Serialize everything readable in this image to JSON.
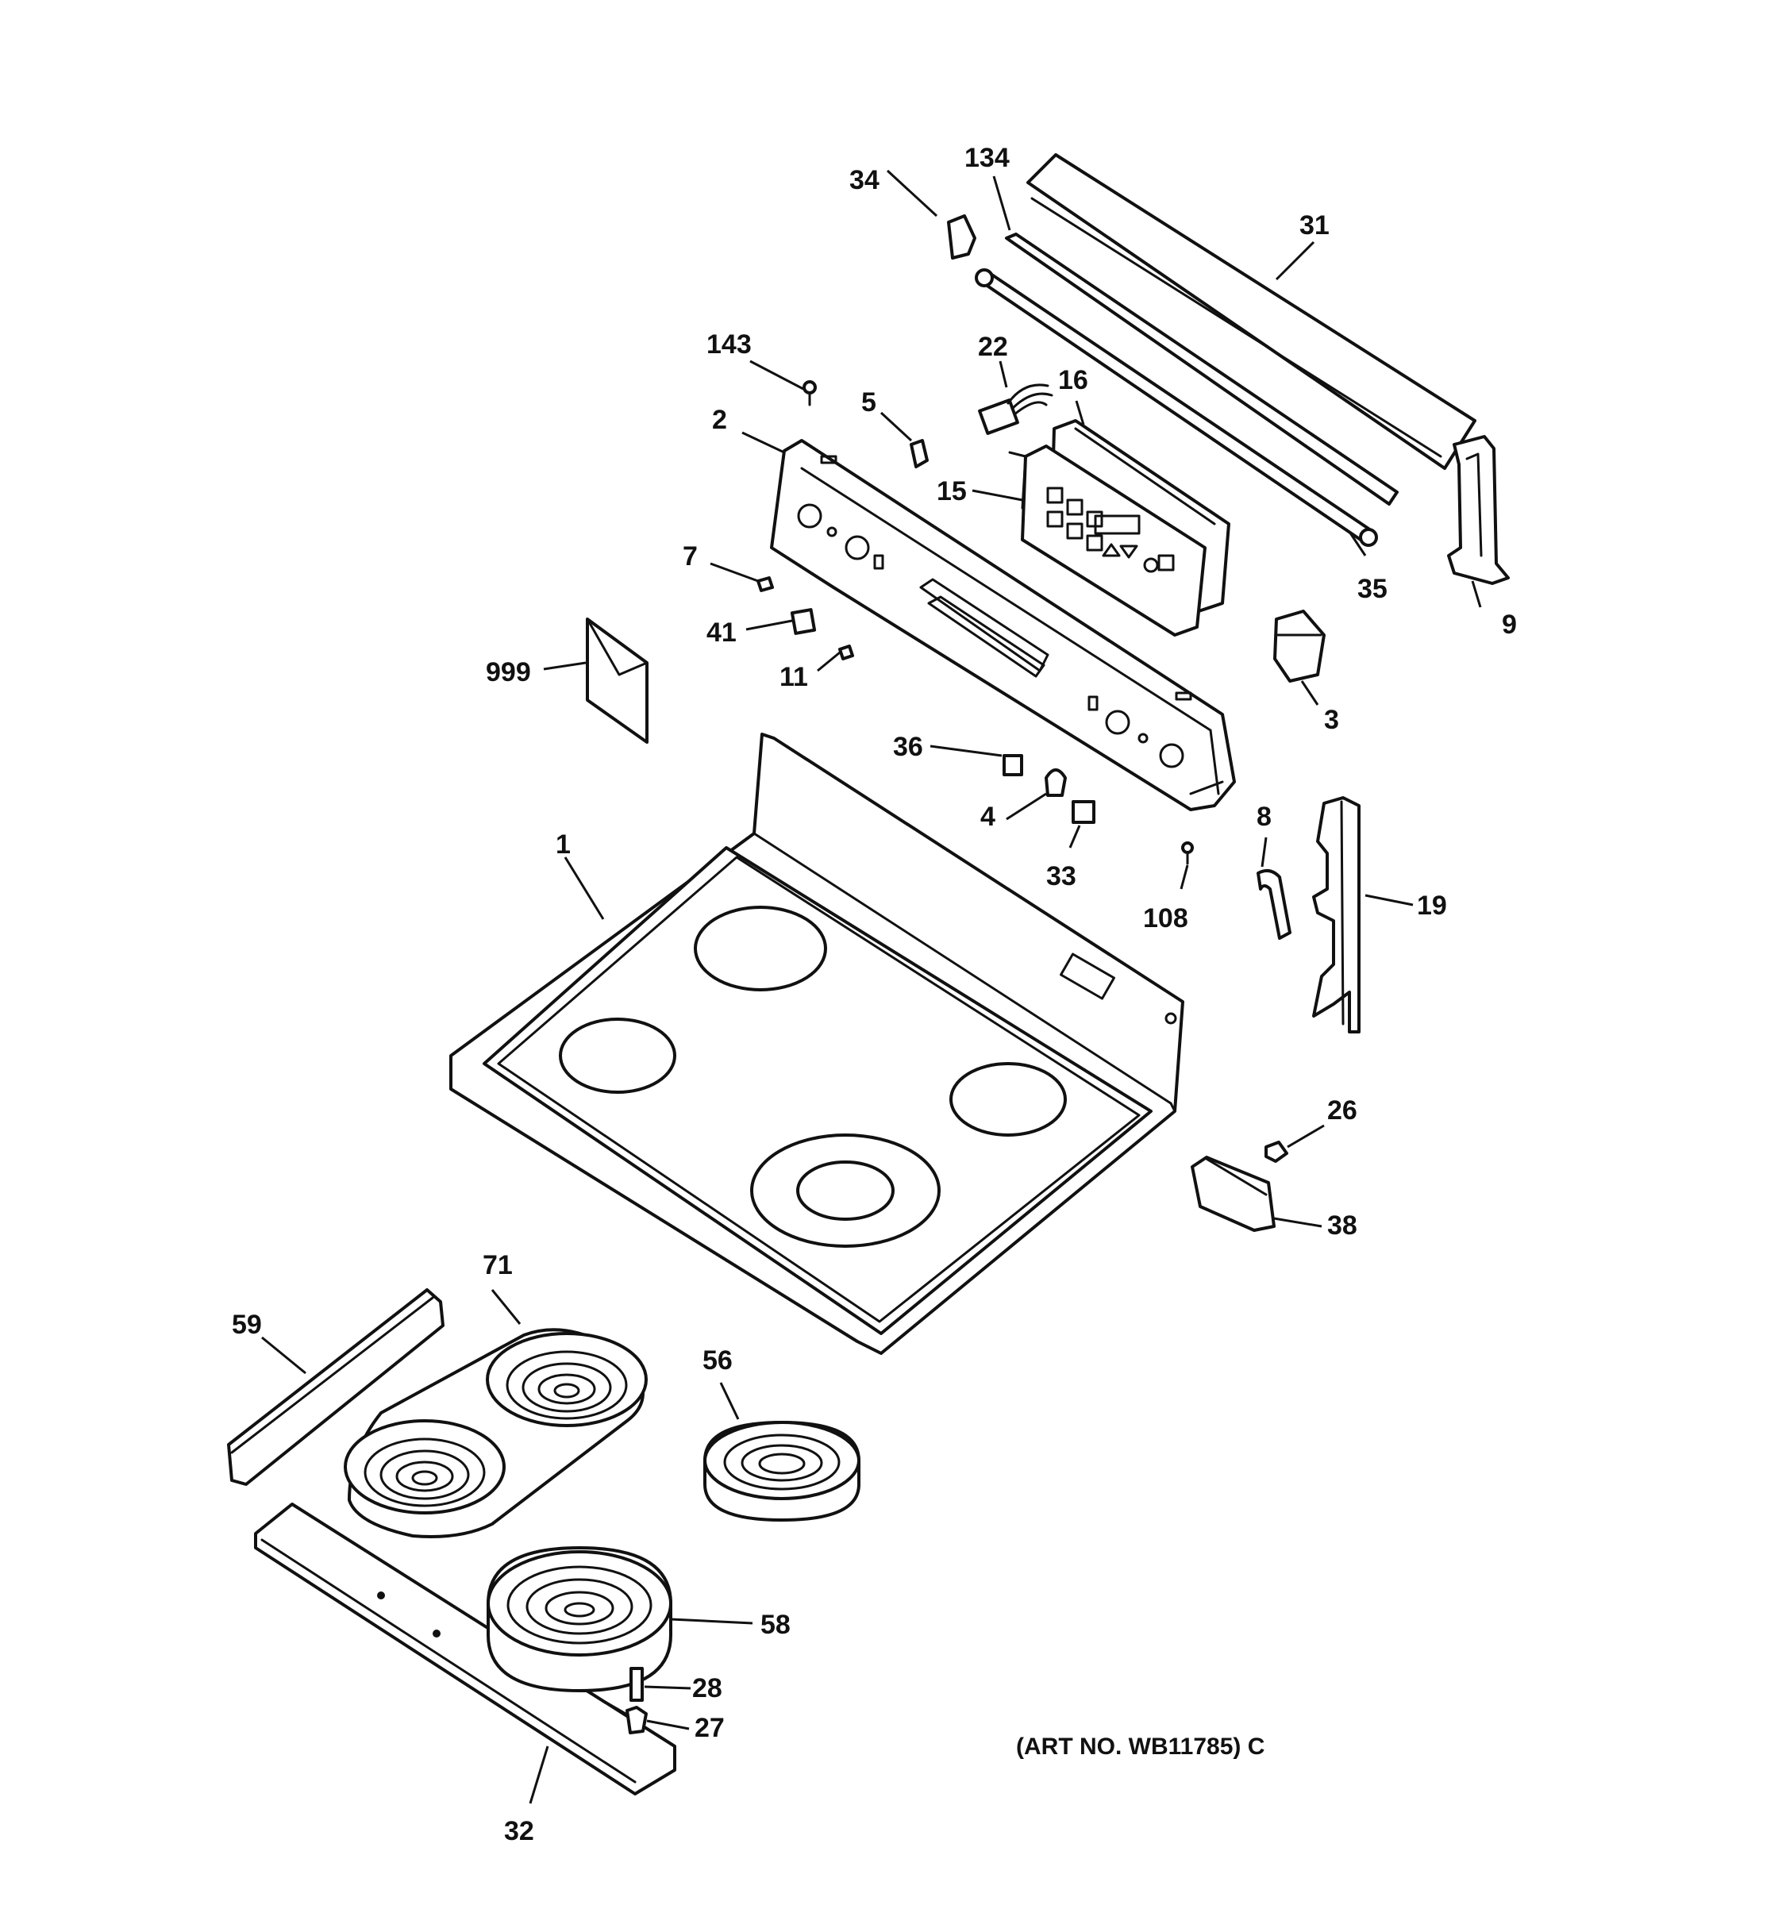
{
  "diagram": {
    "art_number": "(ART NO. WB11785) C",
    "callouts": {
      "c1": "1",
      "c2": "2",
      "c3": "3",
      "c4": "4",
      "c5": "5",
      "c7": "7",
      "c8": "8",
      "c9": "9",
      "c11": "11",
      "c15": "15",
      "c16": "16",
      "c19": "19",
      "c22": "22",
      "c26": "26",
      "c27": "27",
      "c28": "28",
      "c31": "31",
      "c32": "32",
      "c33": "33",
      "c34": "34",
      "c35": "35",
      "c36": "36",
      "c38": "38",
      "c41": "41",
      "c56": "56",
      "c58": "58",
      "c59": "59",
      "c71": "71",
      "c108": "108",
      "c134": "134",
      "c143": "143",
      "c999": "999"
    }
  }
}
